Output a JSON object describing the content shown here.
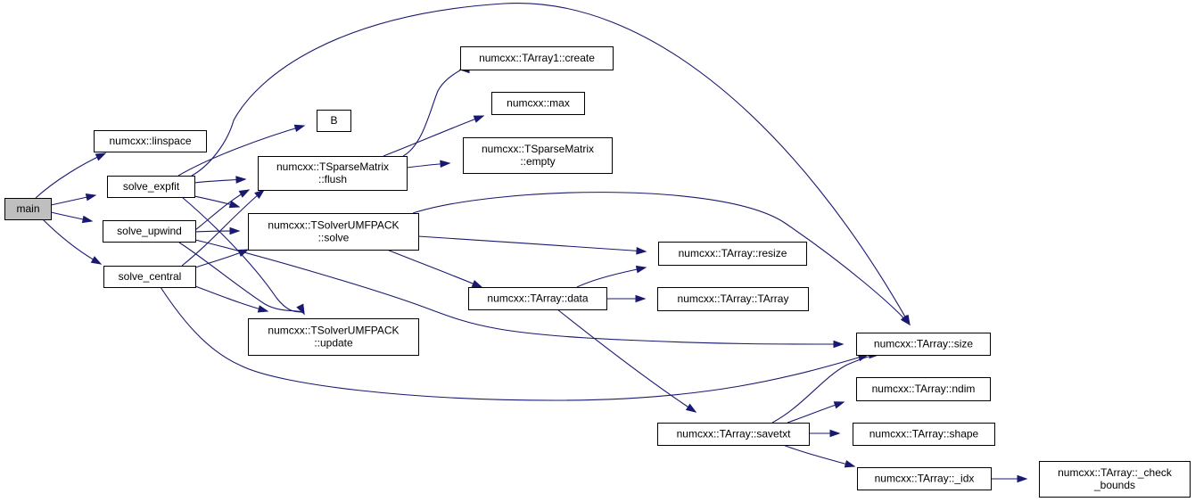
{
  "nodes": {
    "main": {
      "lines": [
        "main"
      ]
    },
    "linspace": {
      "lines": [
        "numcxx::linspace"
      ]
    },
    "solve_expfit": {
      "lines": [
        "solve_expfit"
      ]
    },
    "solve_upwind": {
      "lines": [
        "solve_upwind"
      ]
    },
    "solve_central": {
      "lines": [
        "solve_central"
      ]
    },
    "B": {
      "lines": [
        "B"
      ]
    },
    "flush": {
      "lines": [
        "numcxx::TSparseMatrix",
        "::flush"
      ]
    },
    "solve": {
      "lines": [
        "numcxx::TSolverUMFPACK",
        "::solve"
      ]
    },
    "update": {
      "lines": [
        "numcxx::TSolverUMFPACK",
        "::update"
      ]
    },
    "create": {
      "lines": [
        "numcxx::TArray1::create"
      ]
    },
    "max": {
      "lines": [
        "numcxx::max"
      ]
    },
    "empty": {
      "lines": [
        "numcxx::TSparseMatrix",
        "::empty"
      ]
    },
    "data": {
      "lines": [
        "numcxx::TArray::data"
      ]
    },
    "resize": {
      "lines": [
        "numcxx::TArray::resize"
      ]
    },
    "tarray": {
      "lines": [
        "numcxx::TArray::TArray"
      ]
    },
    "size": {
      "lines": [
        "numcxx::TArray::size"
      ]
    },
    "ndim": {
      "lines": [
        "numcxx::TArray::ndim"
      ]
    },
    "savetxt": {
      "lines": [
        "numcxx::TArray::savetxt"
      ]
    },
    "shape": {
      "lines": [
        "numcxx::TArray::shape"
      ]
    },
    "idx": {
      "lines": [
        "numcxx::TArray::_idx"
      ]
    },
    "check_bounds": {
      "lines": [
        "numcxx::TArray::_check",
        "_bounds"
      ]
    }
  },
  "edges": [
    [
      "main",
      "linspace"
    ],
    [
      "main",
      "solve_expfit"
    ],
    [
      "main",
      "solve_upwind"
    ],
    [
      "main",
      "solve_central"
    ],
    [
      "solve_expfit",
      "B"
    ],
    [
      "solve_expfit",
      "flush"
    ],
    [
      "solve_expfit",
      "solve"
    ],
    [
      "solve_expfit",
      "update"
    ],
    [
      "solve_expfit",
      "size"
    ],
    [
      "solve_upwind",
      "flush"
    ],
    [
      "solve_upwind",
      "solve"
    ],
    [
      "solve_upwind",
      "update"
    ],
    [
      "solve_upwind",
      "size"
    ],
    [
      "solve_central",
      "flush"
    ],
    [
      "solve_central",
      "solve"
    ],
    [
      "solve_central",
      "update"
    ],
    [
      "solve_central",
      "size"
    ],
    [
      "flush",
      "create"
    ],
    [
      "flush",
      "max"
    ],
    [
      "flush",
      "empty"
    ],
    [
      "solve",
      "resize"
    ],
    [
      "solve",
      "data"
    ],
    [
      "solve",
      "size"
    ],
    [
      "data",
      "resize"
    ],
    [
      "data",
      "tarray"
    ],
    [
      "data",
      "savetxt"
    ],
    [
      "savetxt",
      "size"
    ],
    [
      "savetxt",
      "ndim"
    ],
    [
      "savetxt",
      "shape"
    ],
    [
      "savetxt",
      "idx"
    ],
    [
      "idx",
      "check_bounds"
    ]
  ]
}
